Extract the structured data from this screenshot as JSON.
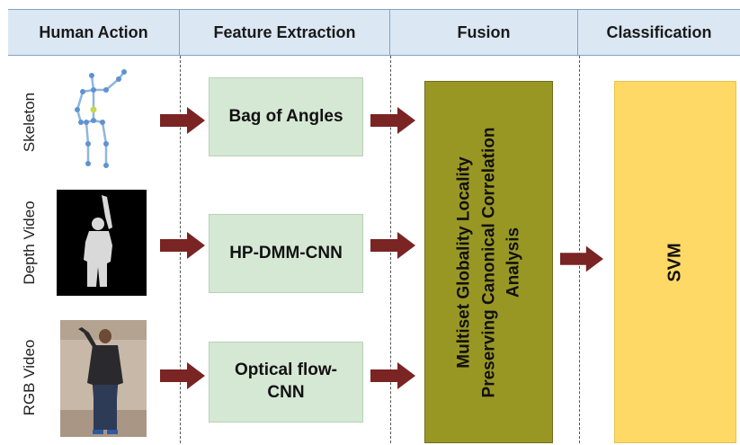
{
  "header": {
    "human_action": "Human Action",
    "feature_extraction": "Feature Extraction",
    "fusion": "Fusion",
    "classification": "Classification"
  },
  "rows": [
    {
      "label": "Skeleton",
      "feature": "Bag of Angles"
    },
    {
      "label": "Depth Video",
      "feature": "HP-DMM-CNN"
    },
    {
      "label": "RGB  Video",
      "feature": "Optical flow-\nCNN"
    }
  ],
  "fusion": {
    "line1": "Multiset Globality Locality",
    "line2": "Preserving Canonical Correlation",
    "line3": "Analysis"
  },
  "classifier": "SVM",
  "colors": {
    "header_bg": "#dbe8f4",
    "feature_box": "#d5e8d4",
    "fusion_box": "#999724",
    "svm_box": "#ffd966",
    "arrow": "#7a2424"
  }
}
